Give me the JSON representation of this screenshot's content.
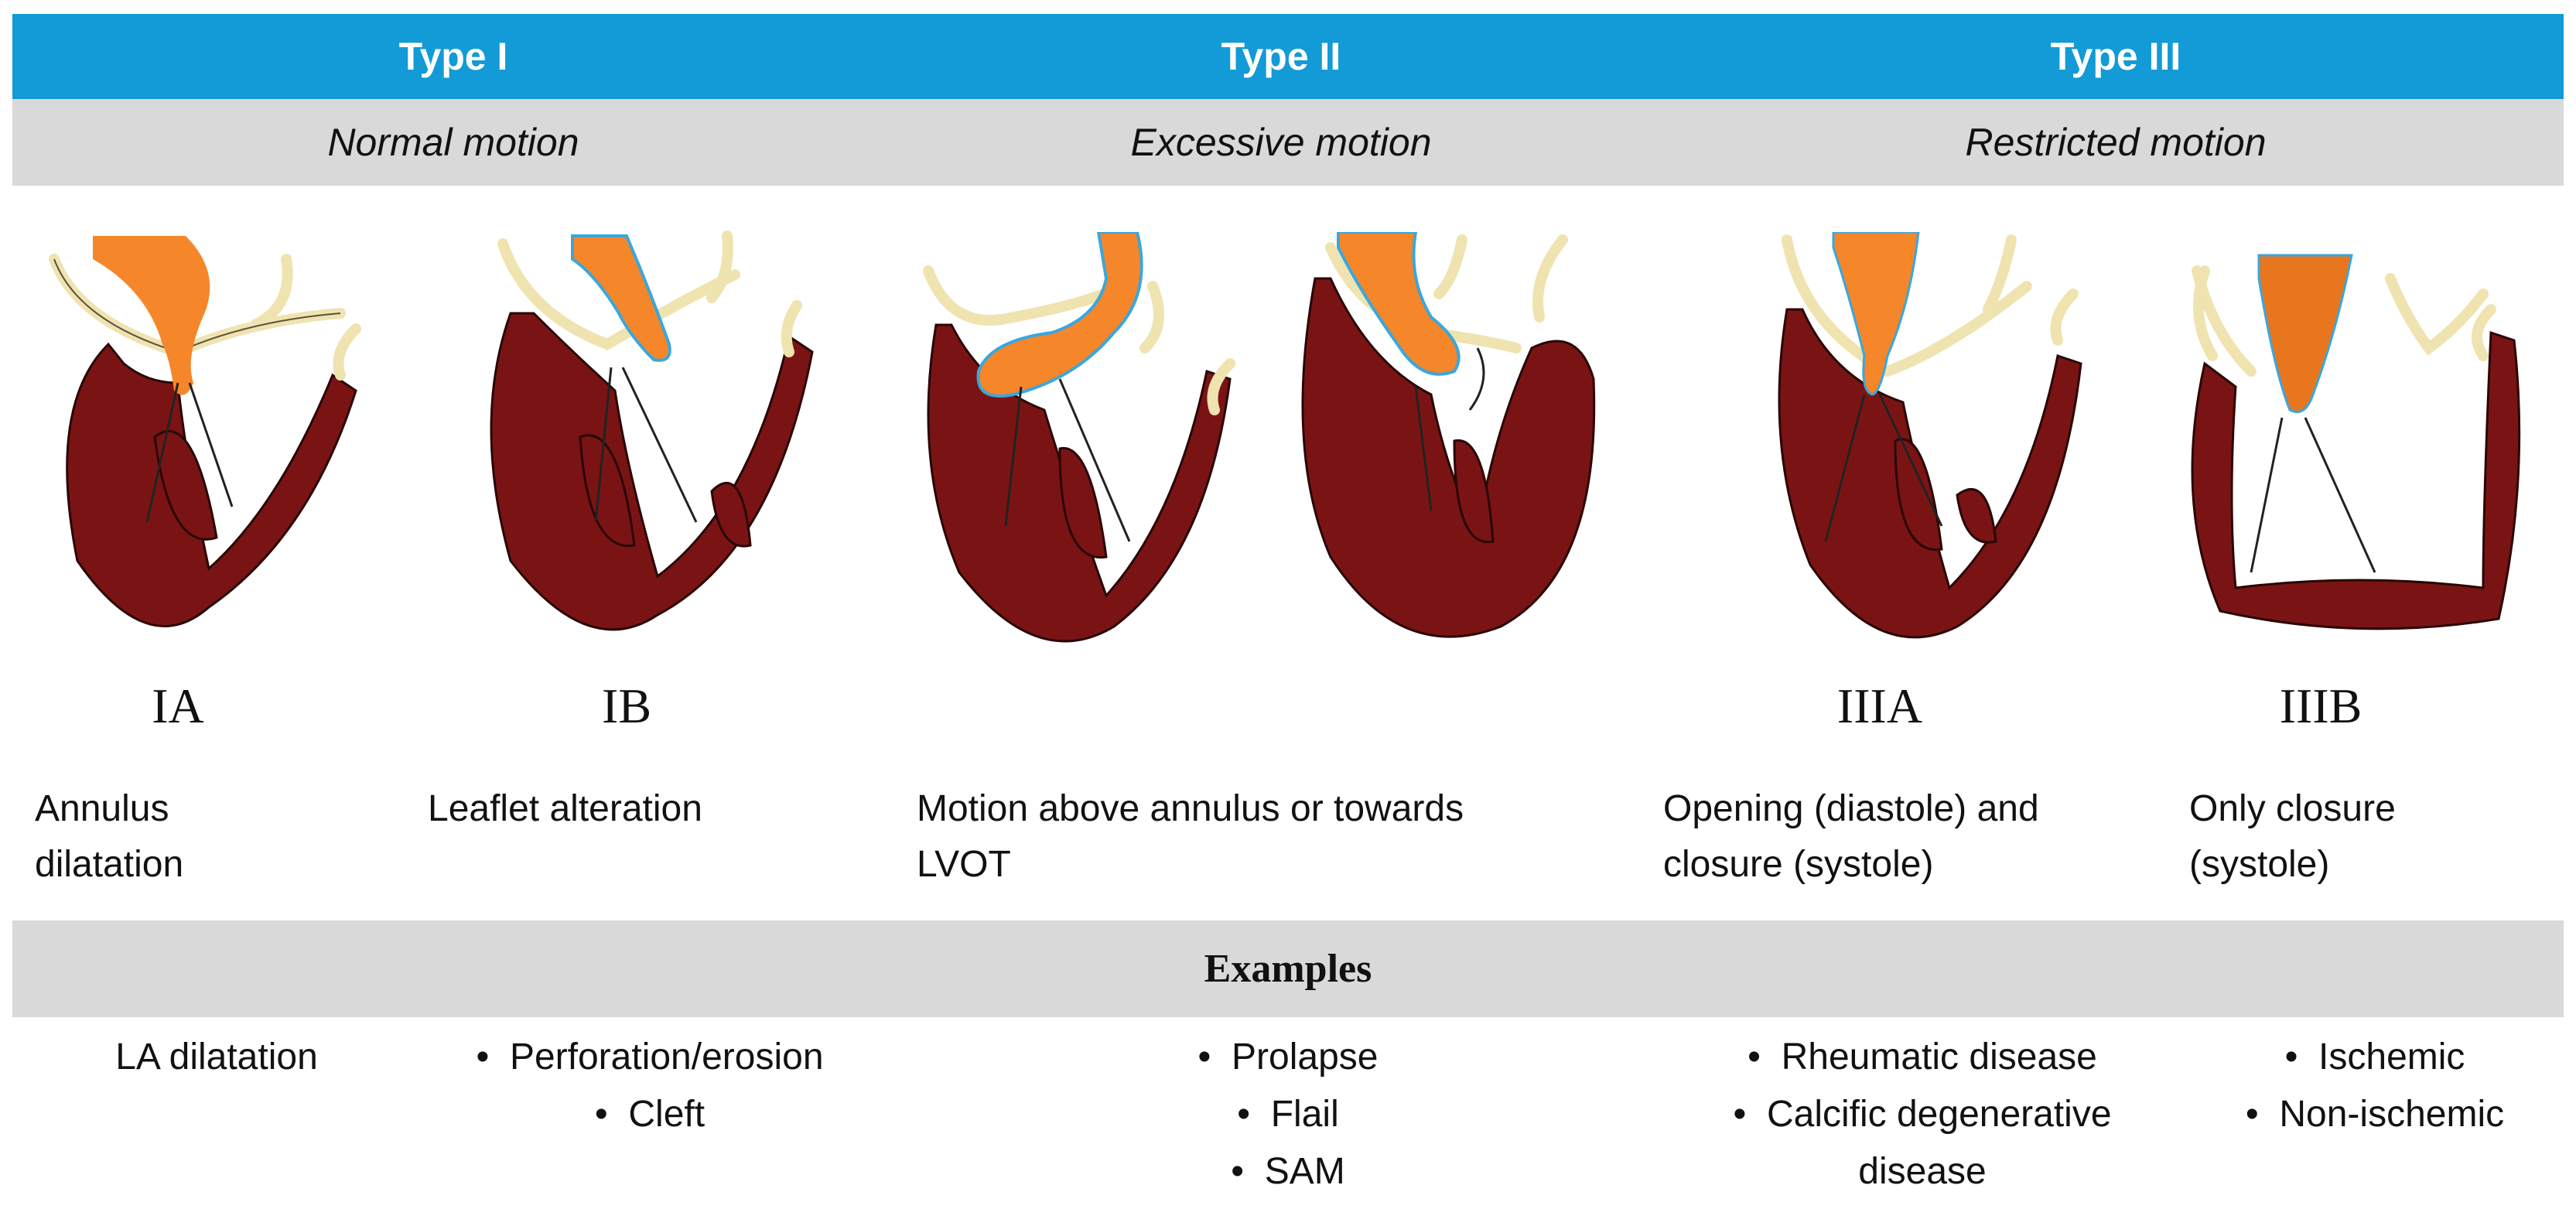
{
  "types": [
    {
      "title": "Type I",
      "motion": "Normal motion"
    },
    {
      "title": "Type II",
      "motion": "Excessive motion"
    },
    {
      "title": "Type III",
      "motion": "Restricted motion"
    }
  ],
  "sublabels": {
    "ia": "IA",
    "ib": "IB",
    "iiia": "IIIA",
    "iiib": "IIIB"
  },
  "descriptions": {
    "ia": {
      "line1": "Annulus",
      "line2": "dilatation"
    },
    "ib": {
      "line1": "Leaflet alteration"
    },
    "ii": {
      "line1": "Motion above annulus or towards",
      "line2": "LVOT"
    },
    "iiia": {
      "line1": "Opening (diastole) and",
      "line2": "closure (systole)"
    },
    "iiib": {
      "line1": "Only closure",
      "line2": "(systole)"
    }
  },
  "examples_title": "Examples",
  "examples": {
    "ia": [
      "LA dilatation"
    ],
    "ib": [
      "Perforation/erosion",
      "Cleft"
    ],
    "ii": [
      "Prolapse",
      "Flail",
      "SAM"
    ],
    "iiia": [
      "Rheumatic disease",
      "Calcific degenerative",
      "disease"
    ],
    "iiib": [
      "Ischemic",
      "Non-ischemic"
    ]
  },
  "colors": {
    "header_blue": "#129bd6",
    "band_gray": "#d9d9d9",
    "myocardium": "#7a1414",
    "atrium_orange": "#f5862a",
    "outline_blue": "#3aa7dc",
    "vessel_cream": "#efe3b0"
  },
  "icons": [
    "heart-cross-section-icon"
  ]
}
